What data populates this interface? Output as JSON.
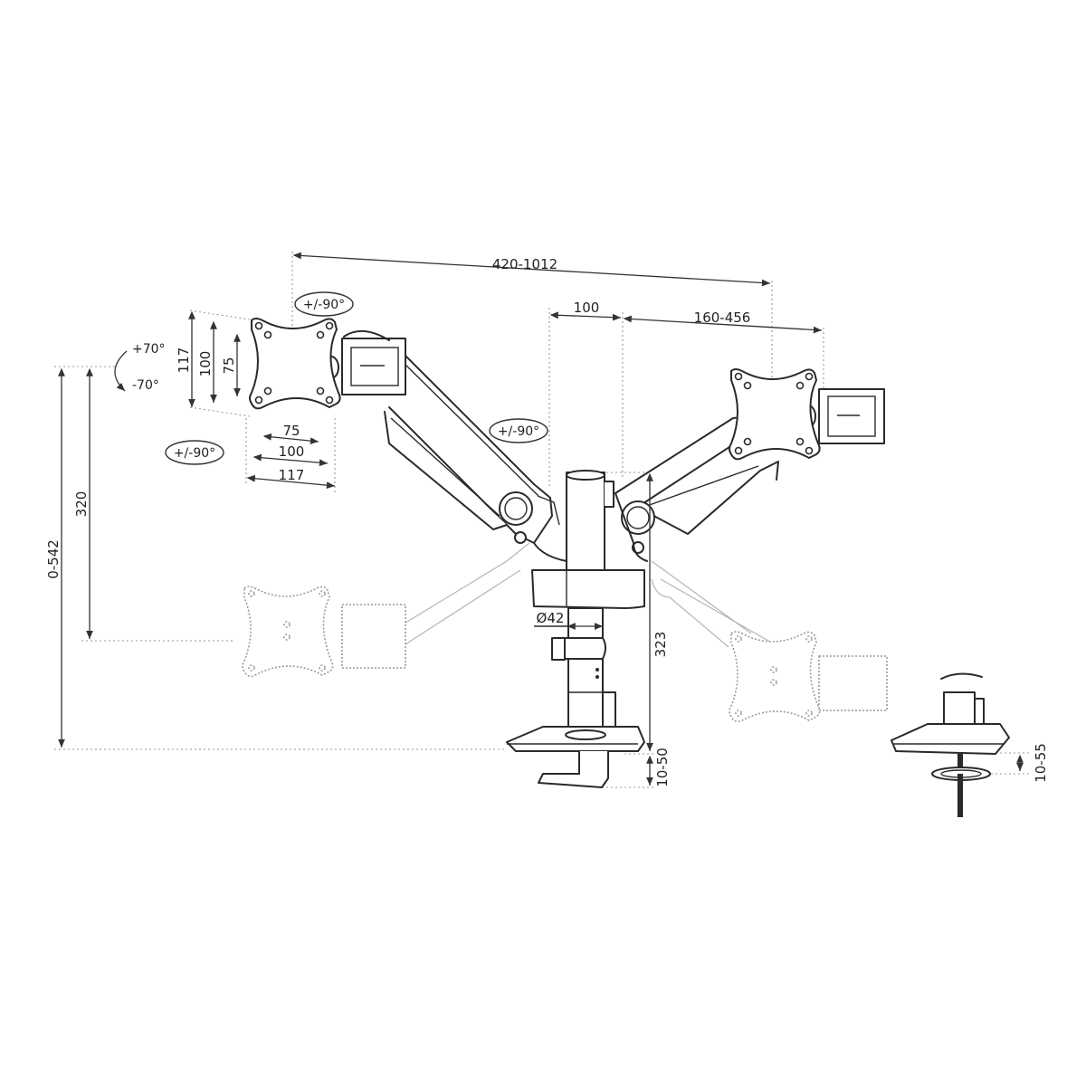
{
  "diagram": {
    "subject": "Dual monitor arm with gas spring, pole and desk clamp / grommet mount",
    "colors": {
      "line": "#2a2a2a",
      "ghost": "#9a9a9a",
      "background": "#ffffff"
    },
    "dimensions": {
      "total_span": "420-1012",
      "center_offset": "100",
      "arm_reach": "160-456",
      "height_range": "0-542",
      "lower_height": "320",
      "pole_height": "323",
      "pole_diameter": "Ø42",
      "clamp_range": "10-50",
      "grommet_range": "10-55",
      "vesa_vertical": [
        "117",
        "100",
        "75"
      ],
      "vesa_horizontal": [
        "75",
        "100",
        "117"
      ]
    },
    "rotations": {
      "swivel_top": "+/-90°",
      "rotation_left": "+/-90°",
      "swivel_arm": "+/-90°",
      "tilt_up": "+70°",
      "tilt_down": "-70°"
    }
  }
}
